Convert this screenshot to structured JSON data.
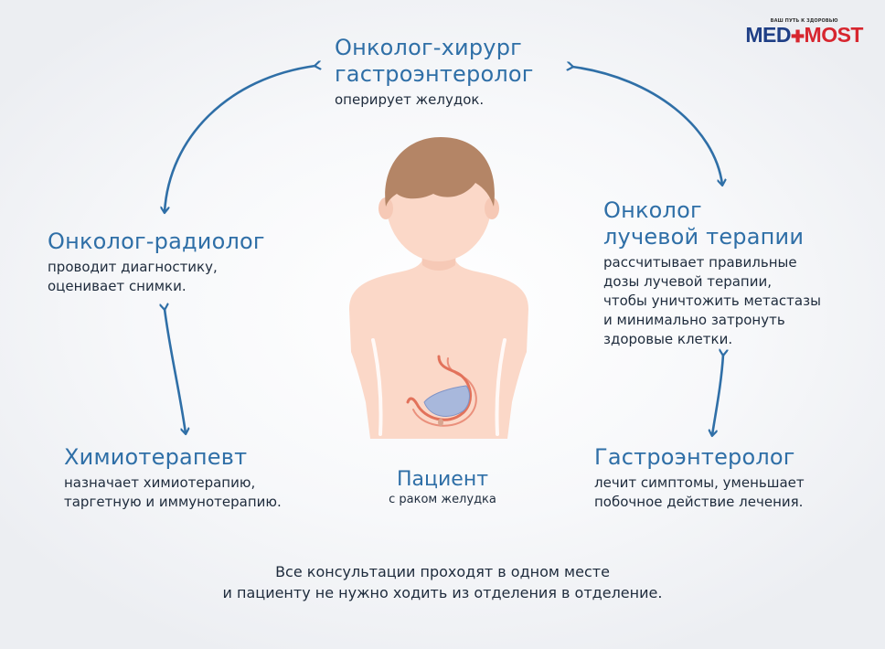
{
  "logo": {
    "tagline": "ВАШ ПУТЬ К ЗДОРОВЬЮ",
    "word_left": "MED",
    "word_cross": "✚",
    "word_right": "MOST"
  },
  "nodes": {
    "surgeon": {
      "title_line1": "Онколог-хирург",
      "title_line2": "гастроэнтеролог",
      "desc_line1": "оперирует желудок."
    },
    "radiologist": {
      "title_line1": "Онколог-радиолог",
      "desc_line1": "проводит диагностику,",
      "desc_line2": "оценивает снимки."
    },
    "radiotherapy": {
      "title_line1": "Онколог",
      "title_line2": "лучевой терапии",
      "desc_line1": "рассчитывает правильные",
      "desc_line2": "дозы лучевой терапии,",
      "desc_line3": "чтобы уничтожить метастазы",
      "desc_line4": "и минимально затронуть",
      "desc_line5": "здоровые клетки."
    },
    "chemotherapist": {
      "title_line1": "Химиотерапевт",
      "desc_line1": "назначает химиотерапию,",
      "desc_line2": "таргетную и иммунотерапию."
    },
    "gastroenterologist": {
      "title_line1": "Гастроэнтеролог",
      "desc_line1": "лечит симптомы, уменьшает",
      "desc_line2": "побочное действие лечения."
    }
  },
  "patient": {
    "title": "Пациент",
    "subtitle": "с раком желудка"
  },
  "footer": {
    "line1": "Все консультации проходят в одном месте",
    "line2": "и пациенту не нужно ходить из отделения в отделение."
  },
  "colors": {
    "title_blue": "#2f6fa7",
    "arrow_blue": "#2f6fa7",
    "text_dark": "#1e2b3c",
    "skin": "#fbd8c8",
    "hair": "#b48566",
    "stomach_outline": "#e2725b",
    "stomach_fill": "#a8b8dc",
    "logo_blue": "#1f3f86",
    "logo_red": "#d7262f"
  }
}
